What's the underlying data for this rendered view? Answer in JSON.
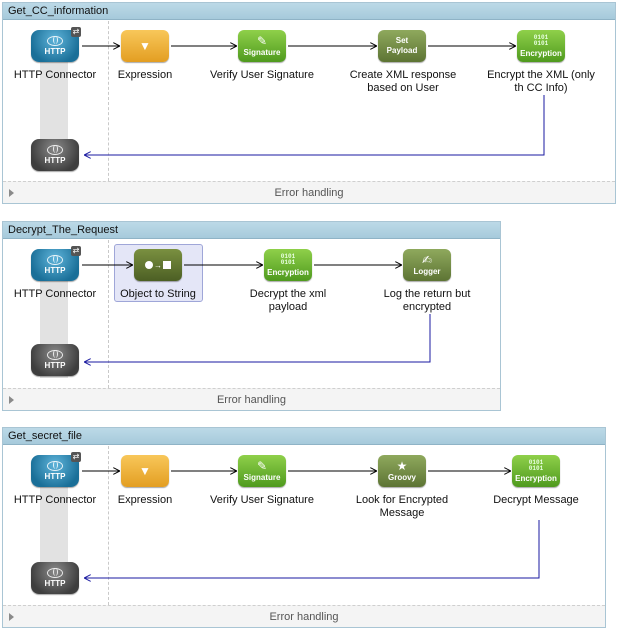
{
  "flows": [
    {
      "title": "Get_CC_information",
      "error_label": "Error handling",
      "source": {
        "label": "HTTP Connector",
        "badge": "HTTP",
        "return_badge": "HTTP"
      },
      "components": [
        {
          "badge": "",
          "label": "Expression"
        },
        {
          "badge": "Signature",
          "label": "Verify User Signature"
        },
        {
          "badge": "Set Payload",
          "label": "Create XML response based on User"
        },
        {
          "badge": "Encryption",
          "label": "Encrypt the XML (only th CC Info)"
        }
      ]
    },
    {
      "title": "Decrypt_The_Request",
      "error_label": "Error handling",
      "source": {
        "label": "HTTP Connector",
        "badge": "HTTP",
        "return_badge": "HTTP"
      },
      "components": [
        {
          "badge": "",
          "label": "Object to String"
        },
        {
          "badge": "Encryption",
          "label": "Decrypt the xml payload"
        },
        {
          "badge": "Logger",
          "label": "Log the return but encrypted"
        }
      ]
    },
    {
      "title": "Get_secret_file",
      "error_label": "Error handling",
      "source": {
        "label": "HTTP Connector",
        "badge": "HTTP",
        "return_badge": "HTTP"
      },
      "components": [
        {
          "badge": "",
          "label": "Expression"
        },
        {
          "badge": "Signature",
          "label": "Verify User Signature"
        },
        {
          "badge": "Groovy",
          "label": "Look for Encrypted Message"
        },
        {
          "badge": "Encryption",
          "label": "Decrypt Message"
        }
      ]
    }
  ],
  "binary_glyph": "0101 0101",
  "colors": {
    "header": "#a6cadb",
    "wire": "#000000",
    "return_wire": "#1a1aa0"
  }
}
